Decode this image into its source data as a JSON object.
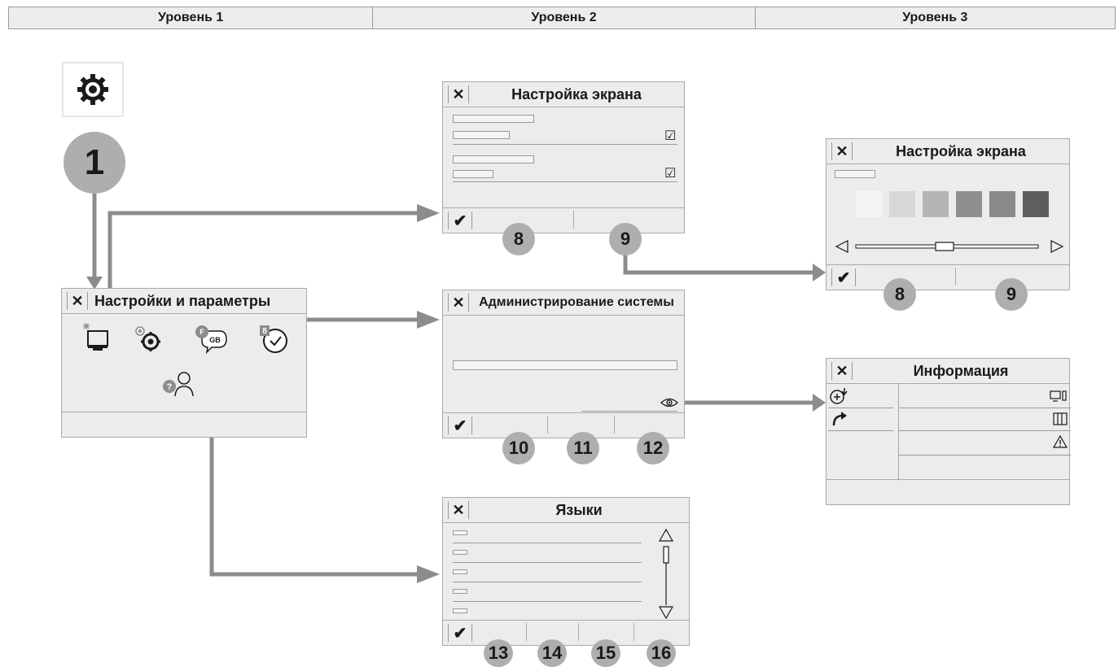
{
  "levels": [
    "Уровень 1",
    "Уровень 2",
    "Уровень 3"
  ],
  "badges": {
    "b1": "1",
    "b8a": "8",
    "b9a": "9",
    "b8b": "8",
    "b9b": "9",
    "b10": "10",
    "b11": "11",
    "b12": "12",
    "b13": "13",
    "b14": "14",
    "b15": "15",
    "b16": "16"
  },
  "panels": {
    "settings": {
      "title": "Настройки и параметры"
    },
    "screen2": {
      "title": "Настройка экрана"
    },
    "screen3": {
      "title": "Настройка экрана"
    },
    "admin": {
      "title": "Администрирование системы"
    },
    "info": {
      "title": "Информация"
    },
    "langs": {
      "title": "Языки"
    }
  },
  "lang_icon": {
    "top": "F",
    "bottom": "GB"
  },
  "clock_icon": {
    "badge": "8"
  },
  "help_icon": {
    "mark": "?"
  },
  "swatches": [
    "#f5f5f5",
    "#d8d8d8",
    "#b5b5b5",
    "#8f8f8f",
    "#8a8a8a",
    "#5e5e5e"
  ],
  "colors": {
    "arrow": "#8c8c8c",
    "badge": "#aeaeae",
    "panel": "#ececec"
  },
  "icons": [
    "close-icon",
    "check-icon",
    "settings-gear-icon",
    "display-icon",
    "gear-icon",
    "language-icon",
    "clock-icon",
    "help-user-icon",
    "eye-icon",
    "warning-icon"
  ]
}
